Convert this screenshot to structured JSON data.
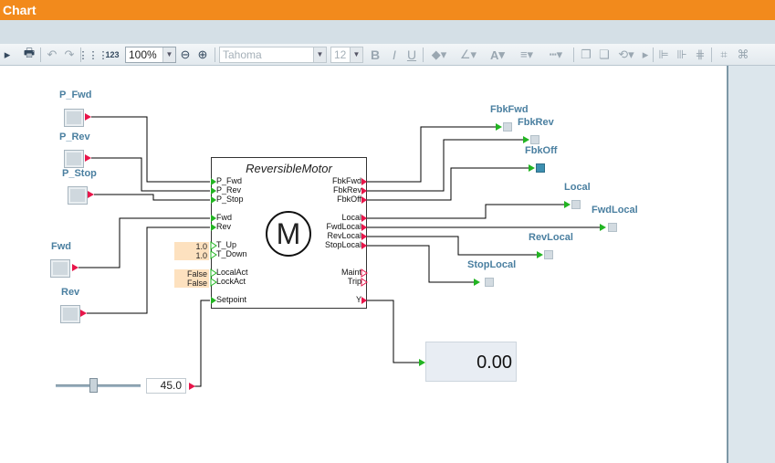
{
  "app_title": "Chart",
  "toolbar": {
    "zoom_value": "100%",
    "font_name": "Tahoma",
    "font_size": "12",
    "numbers_label": "123",
    "bold_label": "B",
    "italic_label": "I",
    "underline_label": "U",
    "font_color_label": "A"
  },
  "inputs": {
    "p_fwd": "P_Fwd",
    "p_rev": "P_Rev",
    "p_stop": "P_Stop",
    "fwd": "Fwd",
    "rev": "Rev"
  },
  "outputs": {
    "fbkfwd": "FbkFwd",
    "fbkrev": "FbkRev",
    "fbkoff": "FbkOff",
    "local": "Local",
    "fwdlocal": "FwdLocal",
    "revlocal": "RevLocal",
    "stoplocal": "StopLocal"
  },
  "block": {
    "title": "ReversibleMotor",
    "motor_symbol": "M",
    "left_pins": [
      "P_Fwd",
      "P_Rev",
      "P_Stop",
      "Fwd",
      "Rev",
      "T_Up",
      "T_Down",
      "LocalAct",
      "LockAct",
      "Setpoint"
    ],
    "right_pins": [
      "FbkFwd",
      "FbkRev",
      "FbkOff",
      "Local",
      "FwdLocal",
      "RevLocal",
      "StopLocal",
      "Maint",
      "Trip",
      "Y"
    ],
    "params": {
      "t_up": "1.0",
      "t_down": "1.0",
      "localact": "False",
      "lockact": "False"
    }
  },
  "setpoint_value": "45.0",
  "setpoint_level": 0.45,
  "output_display": "0.00",
  "colors": {
    "title_bar": "#f28a1c",
    "label_blue": "#4a7fa0",
    "pin_green": "#22b422",
    "pin_red": "#e8154a",
    "fbkoff_on": "#3d8fb0"
  }
}
